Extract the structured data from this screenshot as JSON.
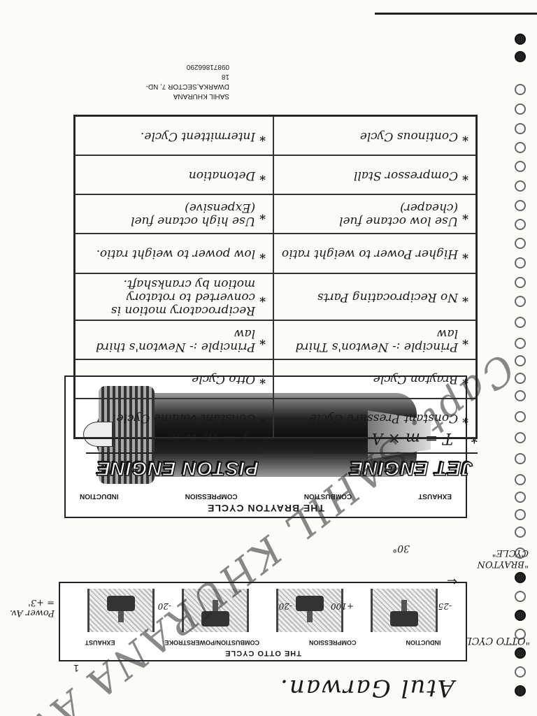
{
  "header": {
    "signature": "Atul Garwan.",
    "page_number": "1"
  },
  "otto_cycle": {
    "title": "THE OTTO CYCLE",
    "stages": [
      "INDUCTION",
      "COMPRESSION",
      "COMBUSTION/POWERSTROKE",
      "EXHAUST"
    ],
    "annotation": "\"OTTO CYCLE\"",
    "stroke_values": [
      "-25",
      "+100",
      "-20",
      "-20"
    ],
    "power_note": "Power Av. = +3'"
  },
  "brayton_cycle": {
    "title": "THE BRAYTON CYCLE",
    "stages": [
      "EXHAUST",
      "COMBUSTION",
      "COMPRESSION",
      "INDUCTION"
    ],
    "annotation": "\"BRAYTON CYCLE\"",
    "angle_note": "30°"
  },
  "headings": {
    "jet": "JET ENGINE",
    "piston": "PISTON ENGINE"
  },
  "formulas": {
    "jet": "T = m × A",
    "piston": "T = m × a",
    "bullet": "*"
  },
  "comparison": {
    "rows": [
      {
        "jet": "Constant Pressure Cycle",
        "piston": "Constant volume Cycle."
      },
      {
        "jet": "Brayton Cycle",
        "piston": "Otto Cycle"
      },
      {
        "jet": "Principle :- Newton's Third law",
        "piston": "Principle :- Newton's third law"
      },
      {
        "jet": "No Reciprocating Parts",
        "piston": "Reciprocatory motion is converted to rotatory motion by crankshaft."
      },
      {
        "jet": "Higher Power to weight ratio",
        "piston": "low power to weight ratio."
      },
      {
        "jet": "Use low octane fuel (cheaper)",
        "piston": "Use high octane fuel (Expensive)"
      },
      {
        "jet": "Compressor Stall",
        "piston": "Detonation"
      },
      {
        "jet": "Continous Cycle",
        "piston": "Intermittent Cycle."
      }
    ]
  },
  "address": {
    "name": "SAHIL KHURANA",
    "line1": "DWARKA,SECTOR 7, ND-18",
    "phone": "09871866290"
  },
  "watermark": "Capt. SAHIL KHURANA AVIATION ACADEMY"
}
